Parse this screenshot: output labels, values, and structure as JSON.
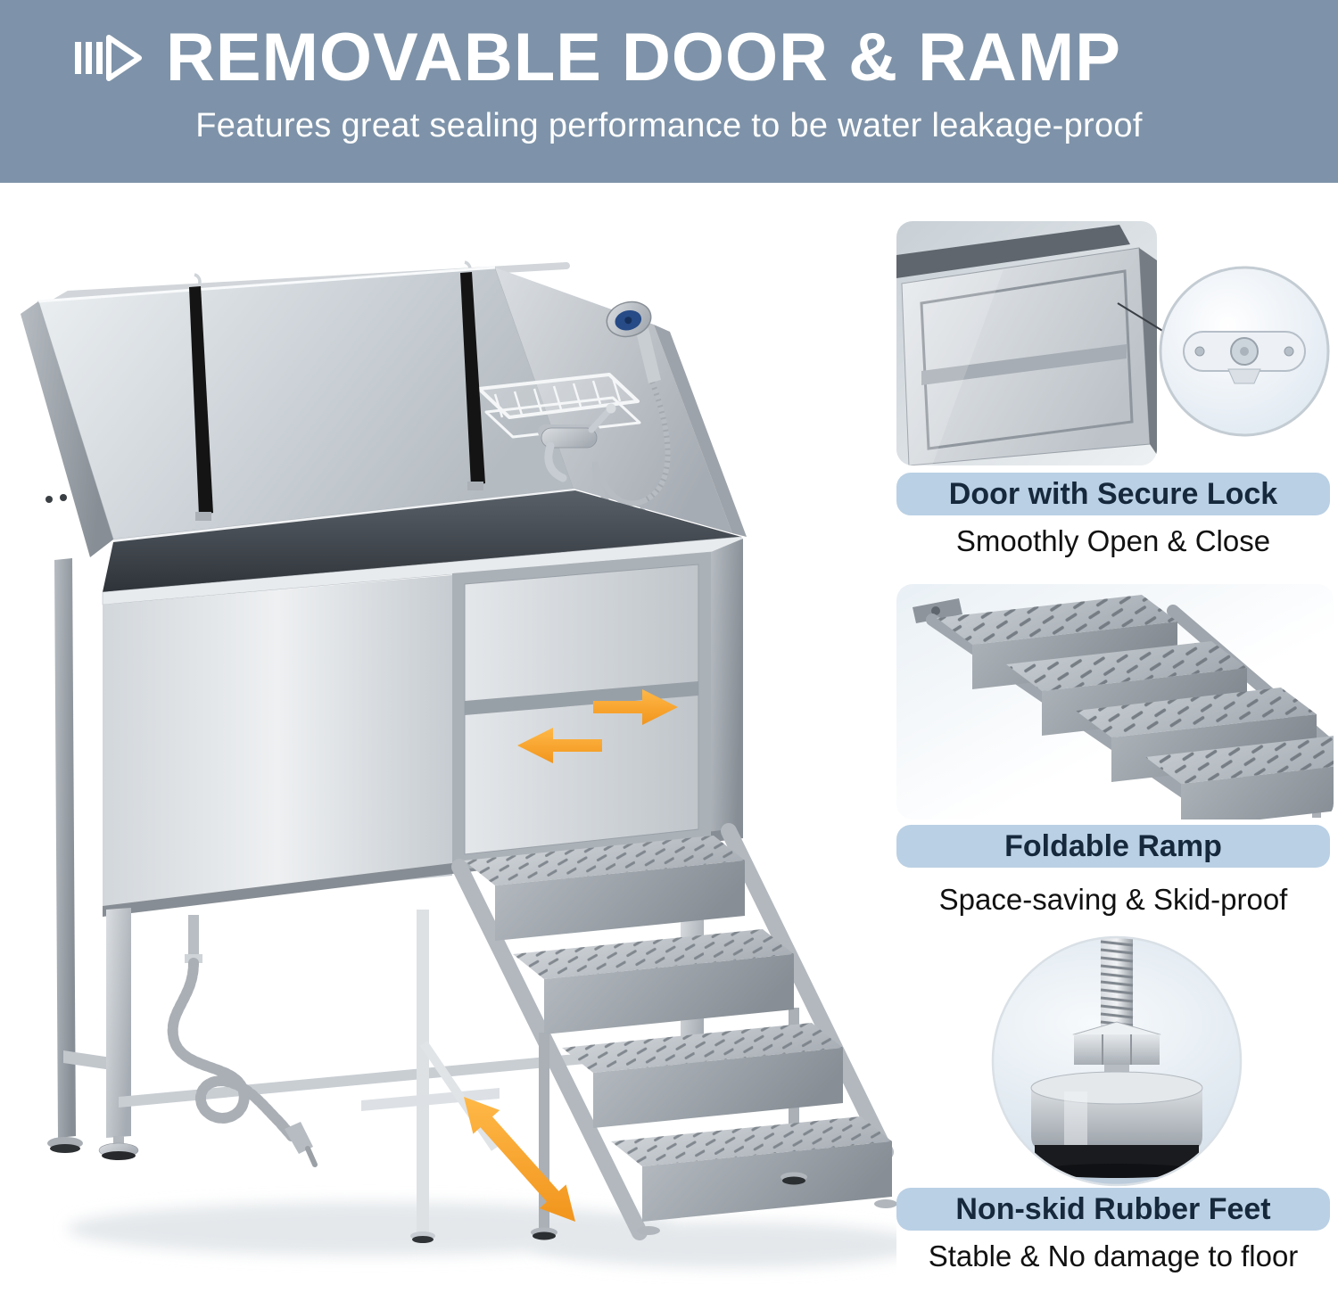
{
  "header": {
    "title": "REMOVABLE DOOR & RAMP",
    "subtitle": "Features great sealing performance to be water leakage-proof"
  },
  "callouts": [
    {
      "title": "Door with Secure Lock",
      "subtitle": "Smoothly Open & Close"
    },
    {
      "title": "Foldable Ramp",
      "subtitle": "Space-saving & Skid-proof"
    },
    {
      "title": "Non-skid Rubber Feet",
      "subtitle": "Stable & No damage to floor"
    }
  ],
  "icons": {
    "header_marker": "triple-bars-play-icon",
    "door_arrows": "slide-direction-arrows-icon",
    "foot_arrows": "height-adjust-arrows-icon"
  },
  "colors": {
    "header_bg": "#7E93A9",
    "header_text": "#FFFFFF",
    "band_bg": "#BAD0E4",
    "band_text": "#16293C",
    "body_text": "#111111",
    "accent_orange": "#F8A12E",
    "steel_light": "#E8EAEC",
    "steel_dark": "#8F969D",
    "strap_black": "#141414",
    "shower_face_blue": "#274B86"
  }
}
